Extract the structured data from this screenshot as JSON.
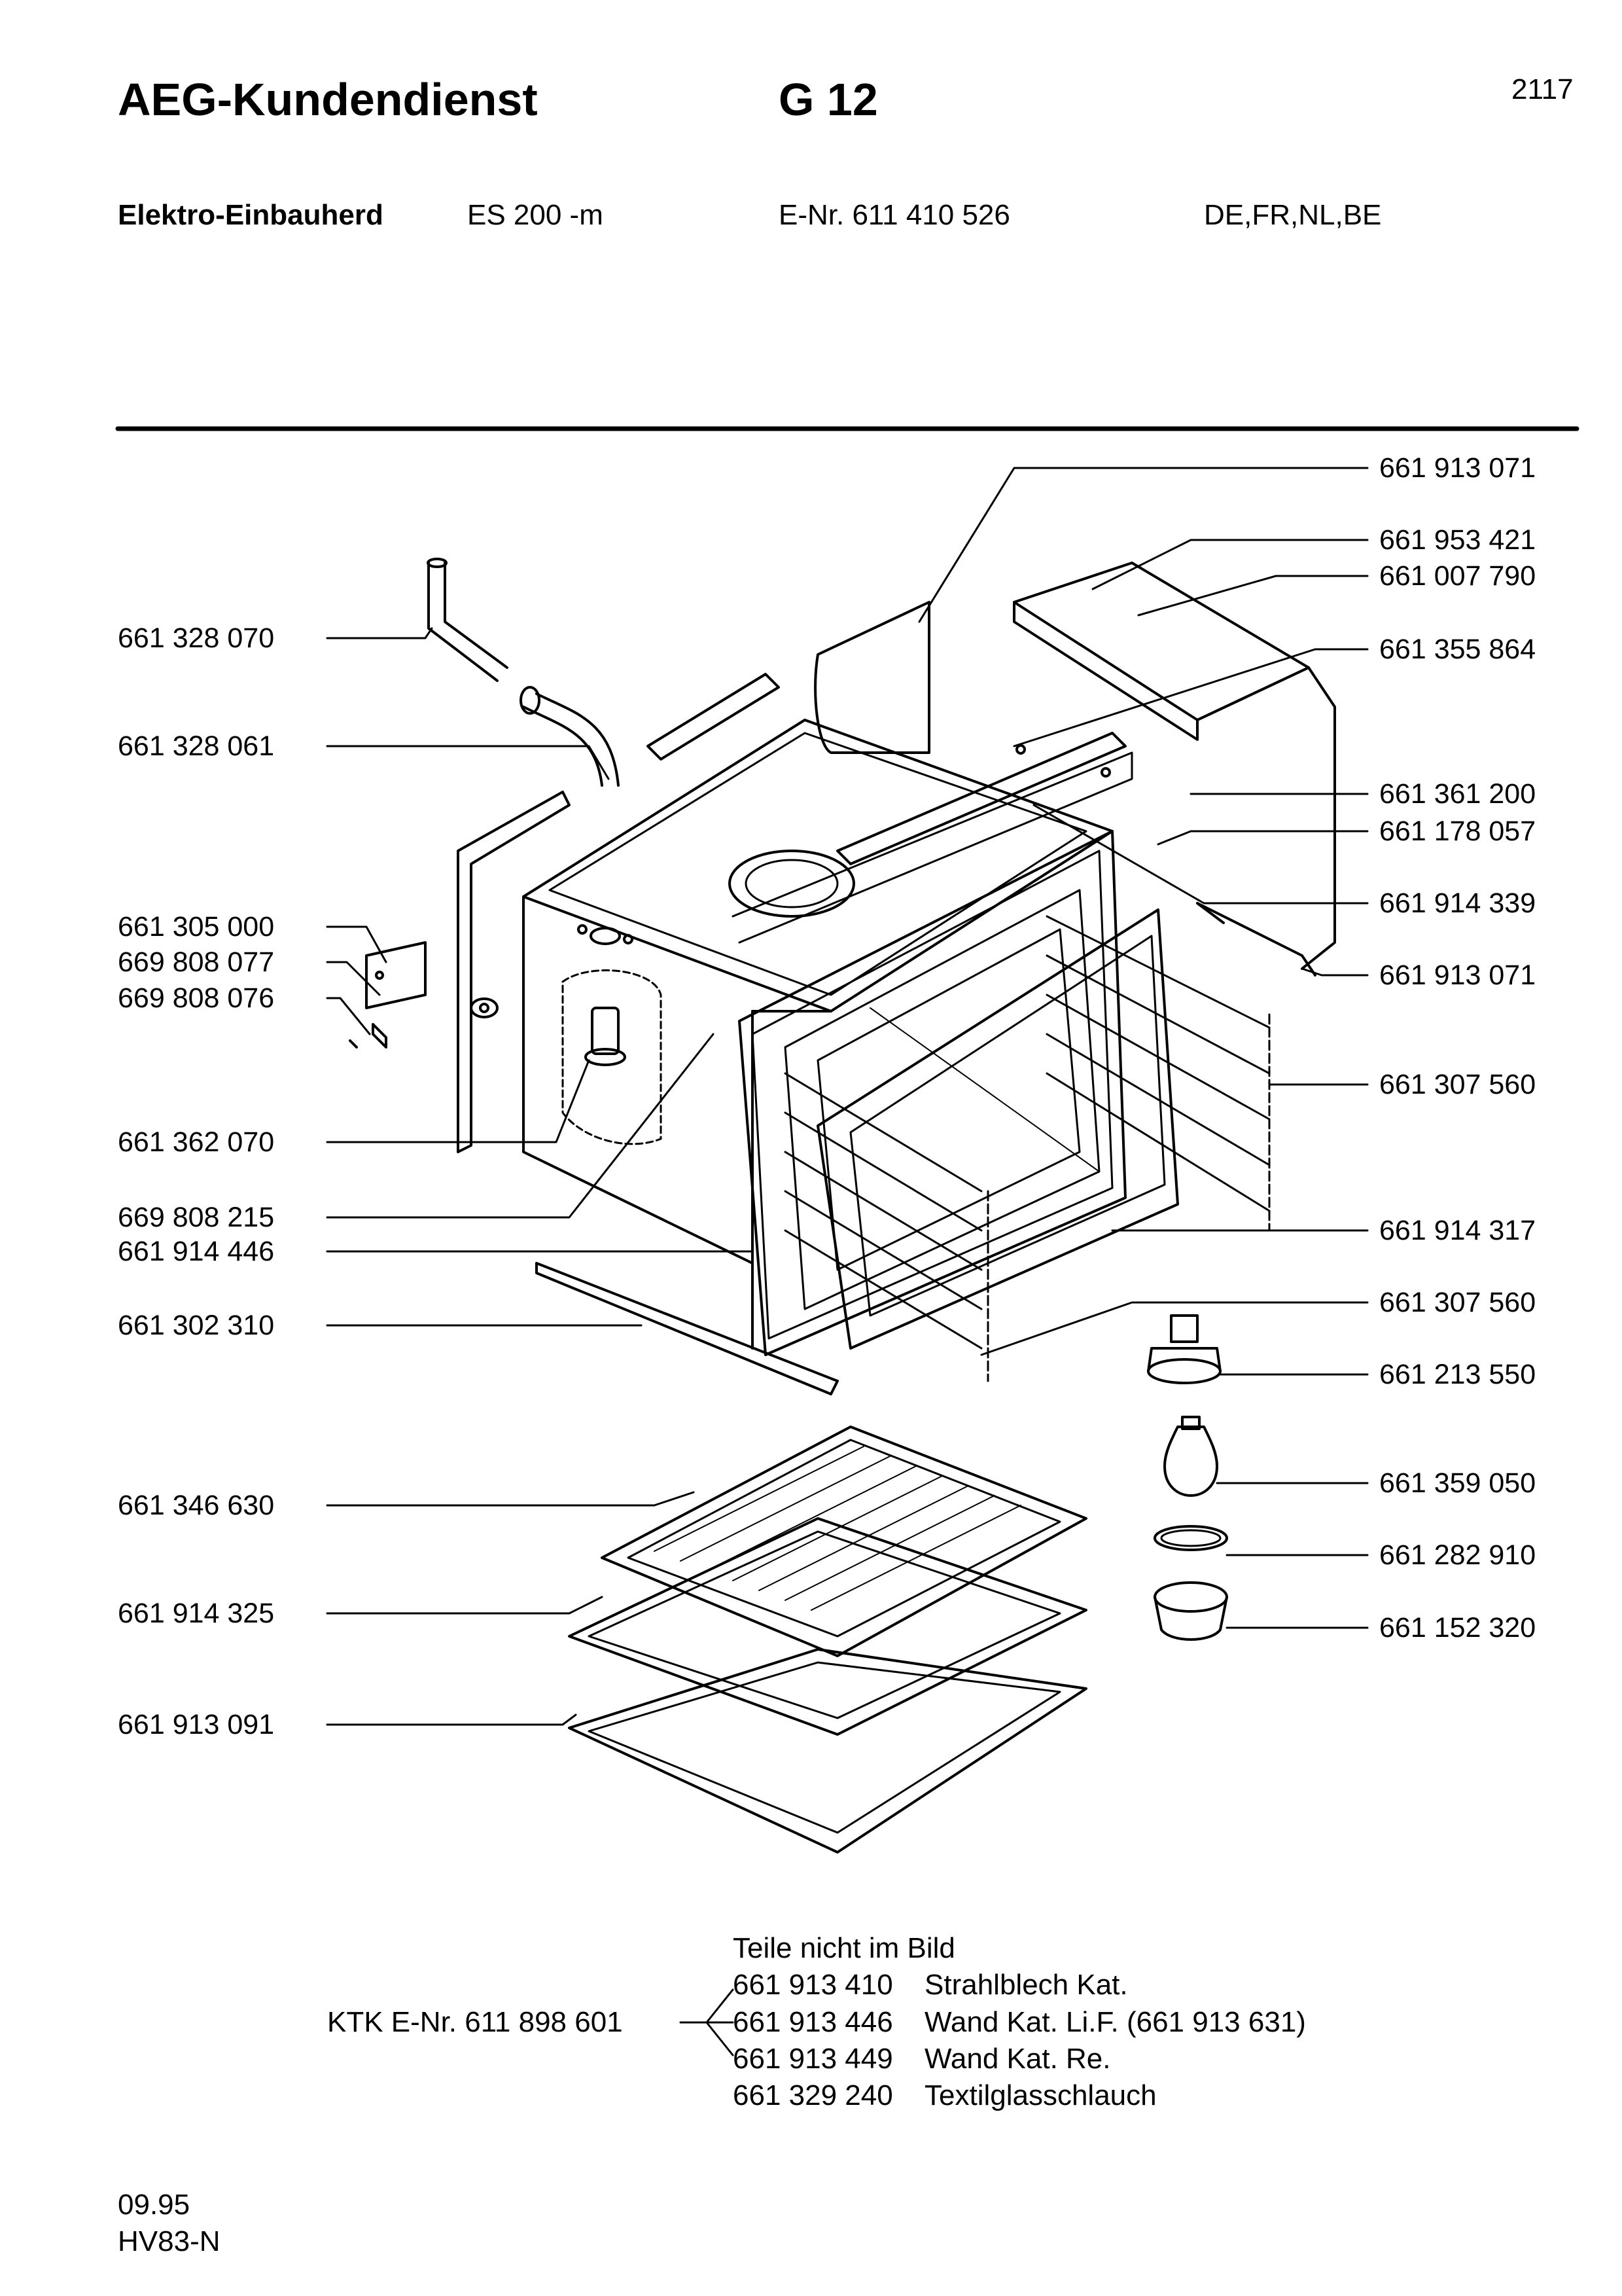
{
  "header": {
    "brand": "AEG-Kundendienst",
    "group": "G 12",
    "page_no": "2117",
    "product": "Elektro-Einbauherd",
    "model": "ES 200 -m",
    "enr": "E-Nr. 611 410 526",
    "countries": "DE,FR,NL,BE"
  },
  "parts_left": [
    "661 328 070",
    "661 328 061",
    "661 305 000",
    "669 808 077",
    "669 808 076",
    "661 362 070",
    "669 808 215",
    "661 914 446",
    "661 302 310",
    "661 346 630",
    "661 914 325",
    "661 913 091"
  ],
  "parts_right": [
    "661 913 071",
    "661 953 421",
    "661 007 790",
    "661 355 864",
    "661 361 200",
    "661 178 057",
    "661 914 339",
    "661 913 071",
    "661 307 560",
    "661 914 317",
    "661 307 560",
    "661 213 550",
    "661 359 050",
    "661 282 910",
    "661 152 320"
  ],
  "not_shown": {
    "heading": "Teile nicht im Bild",
    "ktk": "KTK  E-Nr. 611 898 601",
    "items": [
      {
        "number": "661 913 410",
        "desc": "Strahlblech Kat."
      },
      {
        "number": "661 913 446",
        "desc": "Wand Kat. Li.F. (661 913 631)"
      },
      {
        "number": "661 913 449",
        "desc": "Wand Kat. Re."
      },
      {
        "number": "661 329 240",
        "desc": "Textilglasschlauch"
      }
    ]
  },
  "footer": {
    "date": "09.95",
    "code": "HV83-N"
  }
}
